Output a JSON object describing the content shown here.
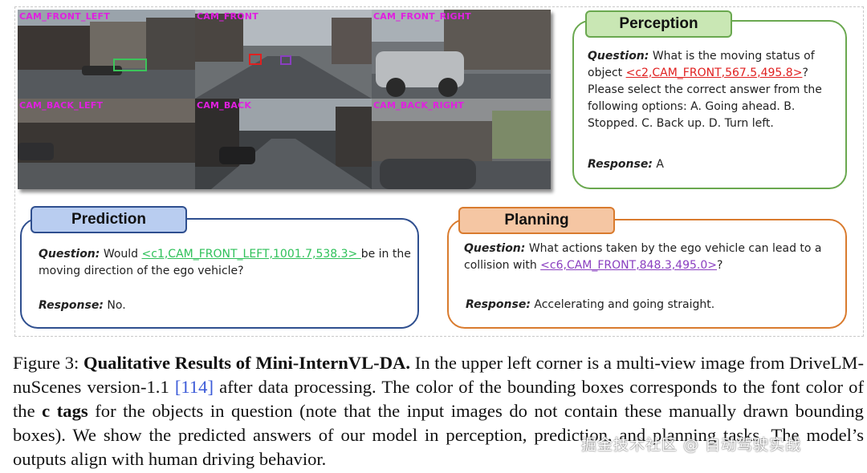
{
  "multiview": {
    "cameras": [
      {
        "label": "CAM_FRONT_LEFT"
      },
      {
        "label": "CAM_FRONT"
      },
      {
        "label": "CAM_FRONT_RIGHT"
      },
      {
        "label": "CAM_BACK_LEFT"
      },
      {
        "label": "CAM_BACK"
      },
      {
        "label": "CAM_BACK_RIGHT"
      }
    ],
    "box_colors": {
      "green": "#3cc45a",
      "red": "#e02020",
      "purple": "#8a3fc0"
    }
  },
  "perception": {
    "title": "Perception",
    "question_label": "Question:",
    "question_pre": " What is the moving status of object ",
    "tag": "<c2,CAM_FRONT,567.5,495.8>",
    "question_post": "? Please select the correct answer from the following options: A. Going ahead. B. Stopped. C. Back up. D. Turn left.",
    "response_label": "Response:",
    "response": " A",
    "border_color": "#6aa84f"
  },
  "prediction": {
    "title": "Prediction",
    "question_label": "Question:",
    "question_pre": " Would ",
    "tag": "<c1,CAM_FRONT_LEFT,1001.7,538.3> ",
    "question_post": "be in the moving direction of the ego vehicle?",
    "response_label": "Response:",
    "response": " No.",
    "border_color": "#2f4f8f"
  },
  "planning": {
    "title": "Planning",
    "question_label": "Question:",
    "question_pre": " What actions taken by the ego vehicle can lead to a collision with ",
    "tag": "<c6,CAM_FRONT,848.3,495.0>",
    "question_post": "?",
    "response_label": "Response:",
    "response": " Accelerating and going straight.",
    "border_color": "#d97b2e"
  },
  "caption": {
    "figure_label": "Figure 3: ",
    "bold_title": "Qualitative Results of Mini-InternVL-DA.",
    "text1": " In the upper left corner is a multi-view image from DriveLM-nuScenes version-1.1 ",
    "citation": "[114]",
    "text2": " after data processing. The color of the bounding boxes corresponds to the font color of the ",
    "bold_tags": "c tags",
    "text3": " for the objects in question (note that the input images do not contain these manually drawn bounding boxes). We show the predicted answers of our model in perception, prediction, and planning tasks. The model’s outputs align with human driving behavior."
  },
  "watermark": "掘金技术社区 @ 自动驾驶实战"
}
